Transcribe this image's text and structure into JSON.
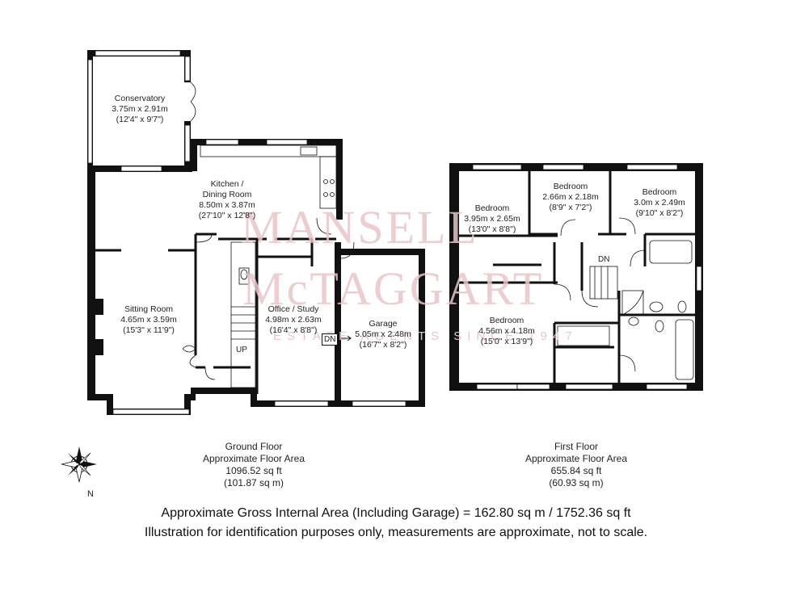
{
  "watermark": {
    "line1": "MANSELL",
    "line2": "McTAGGART",
    "line3": "ESTATE AGENTS SINCE 1947"
  },
  "rooms": [
    {
      "key": "conservatory",
      "name": "Conservatory",
      "metric": "3.75m x 2.91m",
      "imperial": "(12'4\" x 9'7\")"
    },
    {
      "key": "kitchen",
      "name": "Kitchen /",
      "name2": "Dining Room",
      "metric": "8.50m x 3.87m",
      "imperial": "(27'10\" x 12'8\")"
    },
    {
      "key": "sitting",
      "name": "Sitting Room",
      "metric": "4.65m x 3.59m",
      "imperial": "(15'3\" x 11'9\")"
    },
    {
      "key": "office",
      "name": "Office / Study",
      "metric": "4.98m x 2.63m",
      "imperial": "(16'4\" x 8'8\")"
    },
    {
      "key": "garage",
      "name": "Garage",
      "metric": "5.05m x 2.48m",
      "imperial": "(16'7\" x 8'2\")"
    },
    {
      "key": "bed1",
      "name": "Bedroom",
      "metric": "3.95m x 2.65m",
      "imperial": "(13'0\" x 8'8\")"
    },
    {
      "key": "bed2",
      "name": "Bedroom",
      "metric": "2.66m x 2.18m",
      "imperial": "(8'9\" x 7'2\")"
    },
    {
      "key": "bed3",
      "name": "Bedroom",
      "metric": "3.0m x 2.49m",
      "imperial": "(9'10\" x 8'2\")"
    },
    {
      "key": "bed4",
      "name": "Bedroom",
      "metric": "4.56m x 4.18m",
      "imperial": "(15'0\" x 13'9\")"
    }
  ],
  "markers": {
    "up": "UP",
    "dn_ground": "DN",
    "dn_first": "DN"
  },
  "ground_floor": {
    "title": "Ground Floor",
    "subtitle": "Approximate Floor Area",
    "sqft": "1096.52 sq ft",
    "sqm": "(101.87 sq m)"
  },
  "first_floor": {
    "title": "First Floor",
    "subtitle": "Approximate Floor Area",
    "sqft": "655.84 sq ft",
    "sqm": "(60.93 sq m)"
  },
  "compass": {
    "label": "N"
  },
  "footer": {
    "line1": "Approximate Gross Internal Area (Including Garage) = 162.80 sq m / 1752.36 sq ft",
    "line2": "Illustration for identification purposes only, measurements are approximate, not to scale."
  },
  "colors": {
    "wall": "#111111",
    "watermark": "#e9c5c8",
    "window": "#ffffff"
  }
}
